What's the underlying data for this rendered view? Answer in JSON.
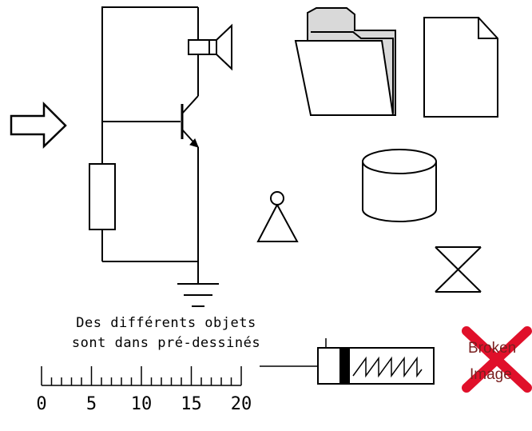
{
  "caption": {
    "line1": "Des différents objets",
    "line2": "sont dans pré-dessinés"
  },
  "scale": {
    "labels": [
      "0",
      "5",
      "10",
      "15",
      "20"
    ],
    "min": 0,
    "max": 20,
    "major_step": 5
  },
  "broken_image": {
    "line1": "Broken",
    "line2": "Image"
  },
  "colors": {
    "stroke": "#000000",
    "folder_tab": "#d9d9d9",
    "broken_x": "#e0102a"
  },
  "icons": [
    "arrow-right-icon",
    "transistor-circuit",
    "speaker-icon",
    "folder-icon",
    "document-icon",
    "database-cylinder-icon",
    "triangle-marker-icon",
    "hourglass-icon",
    "spring-actuator-icon",
    "broken-image-icon",
    "ruler-scale"
  ]
}
